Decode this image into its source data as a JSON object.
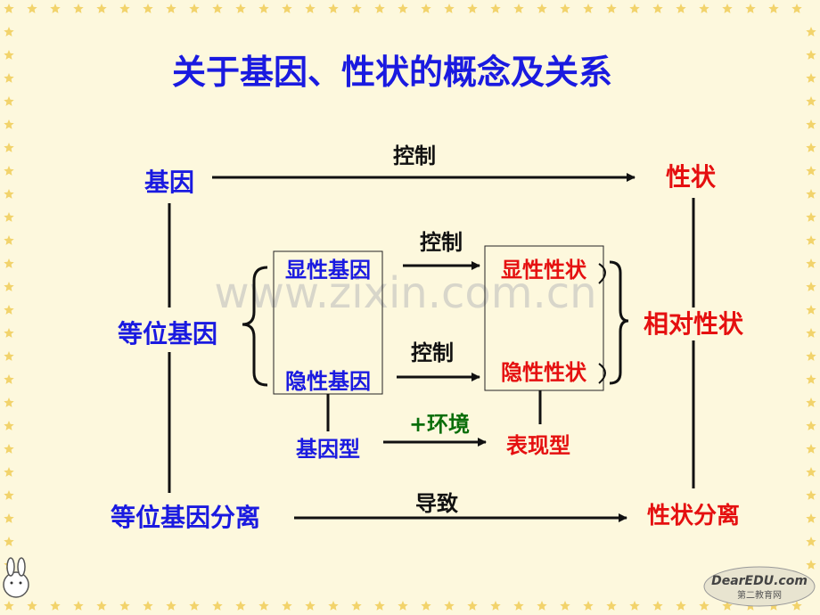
{
  "title": "关于基因、性状的概念及关系",
  "nodes": {
    "gene": "基因",
    "trait": "性状",
    "allele": "等位基因",
    "dominant_gene": "显性基因",
    "recessive_gene": "隐性基因",
    "dominant_trait": "显性性状",
    "recessive_trait": "隐性性状",
    "relative_trait": "相对性状",
    "genotype": "基因型",
    "phenotype": "表现型",
    "allele_separation": "等位基因分离",
    "trait_separation": "性状分离"
  },
  "edges": {
    "gene_to_trait": "控制",
    "dominant": "控制",
    "recessive": "控制",
    "environment": "+环境",
    "lead_to": "导致"
  },
  "watermark": "www.zixin.com.cn",
  "logo": {
    "brand": "DearEDU.com",
    "sub": "第二教育网"
  },
  "colors": {
    "blue": "#1a1ae0",
    "red": "#e51010",
    "green": "#0a6e0a",
    "background": "#fdf8dd",
    "border_star": "#f2d36b"
  }
}
